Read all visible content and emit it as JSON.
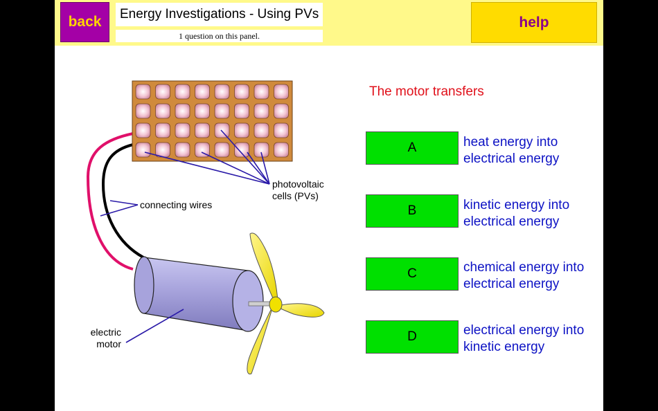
{
  "header": {
    "back_label": "back",
    "title": "Energy Investigations - Using PVs",
    "subtitle": "1 question on this panel.",
    "help_label": "help"
  },
  "diagram": {
    "label_pv_line1": "photovoltaic",
    "label_pv_line2": "cells (PVs)",
    "label_wires": "connecting wires",
    "label_motor_line1": "electric",
    "label_motor_line2": "motor"
  },
  "question": {
    "text": "The motor transfers",
    "options": [
      {
        "letter": "A",
        "line1": "heat energy into",
        "line2": "electrical energy"
      },
      {
        "letter": "B",
        "line1": "kinetic energy into",
        "line2": "electrical energy"
      },
      {
        "letter": "C",
        "line1": "chemical energy into",
        "line2": "electrical energy"
      },
      {
        "letter": "D",
        "line1": "electrical energy into",
        "line2": "kinetic energy"
      }
    ]
  },
  "colors": {
    "back_bg": "#a400a6",
    "help_bg": "#ffdc00",
    "header_bg": "#fff98a",
    "option_bg": "#00e000",
    "question_text": "#e0101a",
    "option_text": "#0d12c4"
  }
}
